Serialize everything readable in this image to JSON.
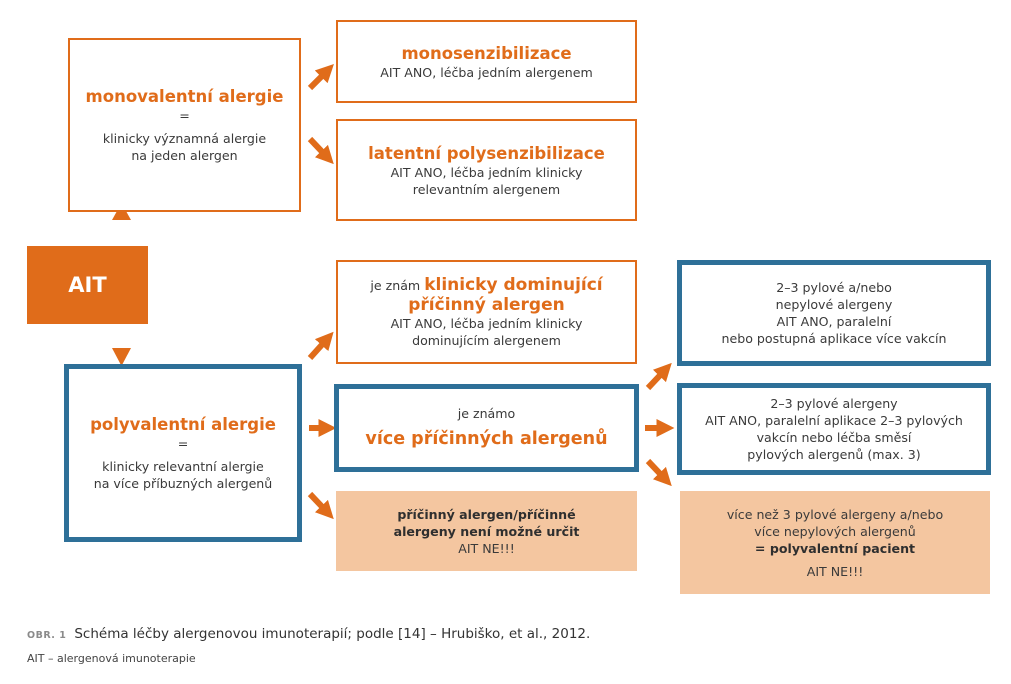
{
  "ait": {
    "label": "AIT"
  },
  "mono": {
    "title": "monovalentní alergie",
    "eq": "=",
    "desc1": "klinicky významná alergie",
    "desc2": "na jeden alergen"
  },
  "monosens": {
    "title": "monosenzibilizace",
    "desc": "AIT ANO, léčba jedním alergenem"
  },
  "latent": {
    "title": "latentní polysenzibilizace",
    "desc1": "AIT ANO, léčba jedním klinicky",
    "desc2": "relevantním alergenem"
  },
  "poly": {
    "title": "polyvalentní alergie",
    "eq": "=",
    "desc1": "klinicky relevantní alergie",
    "desc2": "na více příbuzných alergenů"
  },
  "dominant": {
    "prefix": "je znám ",
    "title1": "klinicky dominující",
    "title2": "příčinný alergen",
    "desc1": "AIT ANO, léčba jedním klinicky",
    "desc2": "dominujícím alergenem"
  },
  "multiple": {
    "prefix": "je známo",
    "title": "více příčinných alergenů"
  },
  "unknown": {
    "line1": "příčinný alergen/příčinné",
    "line2": "alergeny není možné určit",
    "line3": "AIT NE!!!"
  },
  "pollen_a": {
    "line1": "2–3 pylové a/nebo",
    "line2": "nepylové alergeny",
    "line3": "AIT ANO, paralelní",
    "line4": "nebo postupná aplikace více vakcín"
  },
  "pollen_b": {
    "line1": "2–3 pylové alergeny",
    "line2": "AIT ANO, paralelní aplikace 2–3 pylových",
    "line3": "vakcín nebo léčba směsí",
    "line4": "pylových alergenů (max. 3)"
  },
  "pollen_c": {
    "line1": "více než 3 pylové alergeny a/nebo",
    "line2": "více nepylových alergenů",
    "line3": "= polyvalentní pacient",
    "line4": "AIT NE!!!"
  },
  "caption": {
    "label": "OBR. 1",
    "text": "Schéma léčby alergenovou imunoterapií; podle [14] – Hrubiško, et al., 2012."
  },
  "note": {
    "text": "AIT – alergenová imunoterapie"
  },
  "colors": {
    "orange": "#e06c1a",
    "blue": "#2e7098",
    "peach": "#f4c6a0"
  }
}
